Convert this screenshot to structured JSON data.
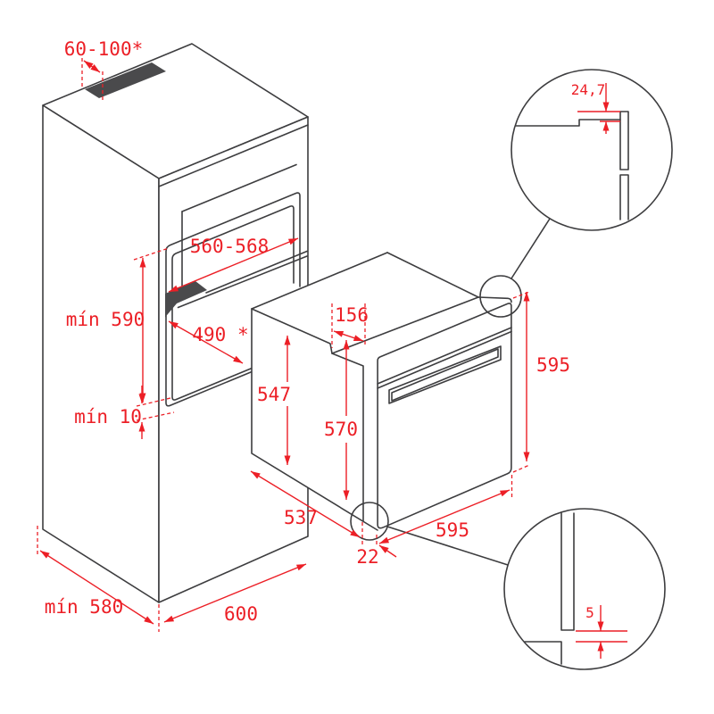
{
  "meta": {
    "description": "Built-in oven installation drawing with cabinet niche and clearance dimensions",
    "units": "mm"
  },
  "colors": {
    "line": "#3d3d3f",
    "dimension_red": "#ec1f26",
    "vent_fill": "#4a4a4c",
    "background": "#ffffff"
  },
  "labels": {
    "vent_clearance": "60-100*",
    "niche_width": "560-568",
    "niche_min_height": "mín 590",
    "niche_depth": "490 *",
    "niche_bottom_gap": "mín 10",
    "cabinet_min_depth": "mín 580",
    "cabinet_width": "600",
    "oven_body_height": "547",
    "oven_inner_height": "570",
    "oven_body_depth": "537",
    "oven_top_recess": "156",
    "oven_front_height": "595",
    "oven_front_width": "595",
    "oven_frame_overhang": "22",
    "detail_trim_height": "24,7",
    "detail_bottom_gap": "5"
  }
}
